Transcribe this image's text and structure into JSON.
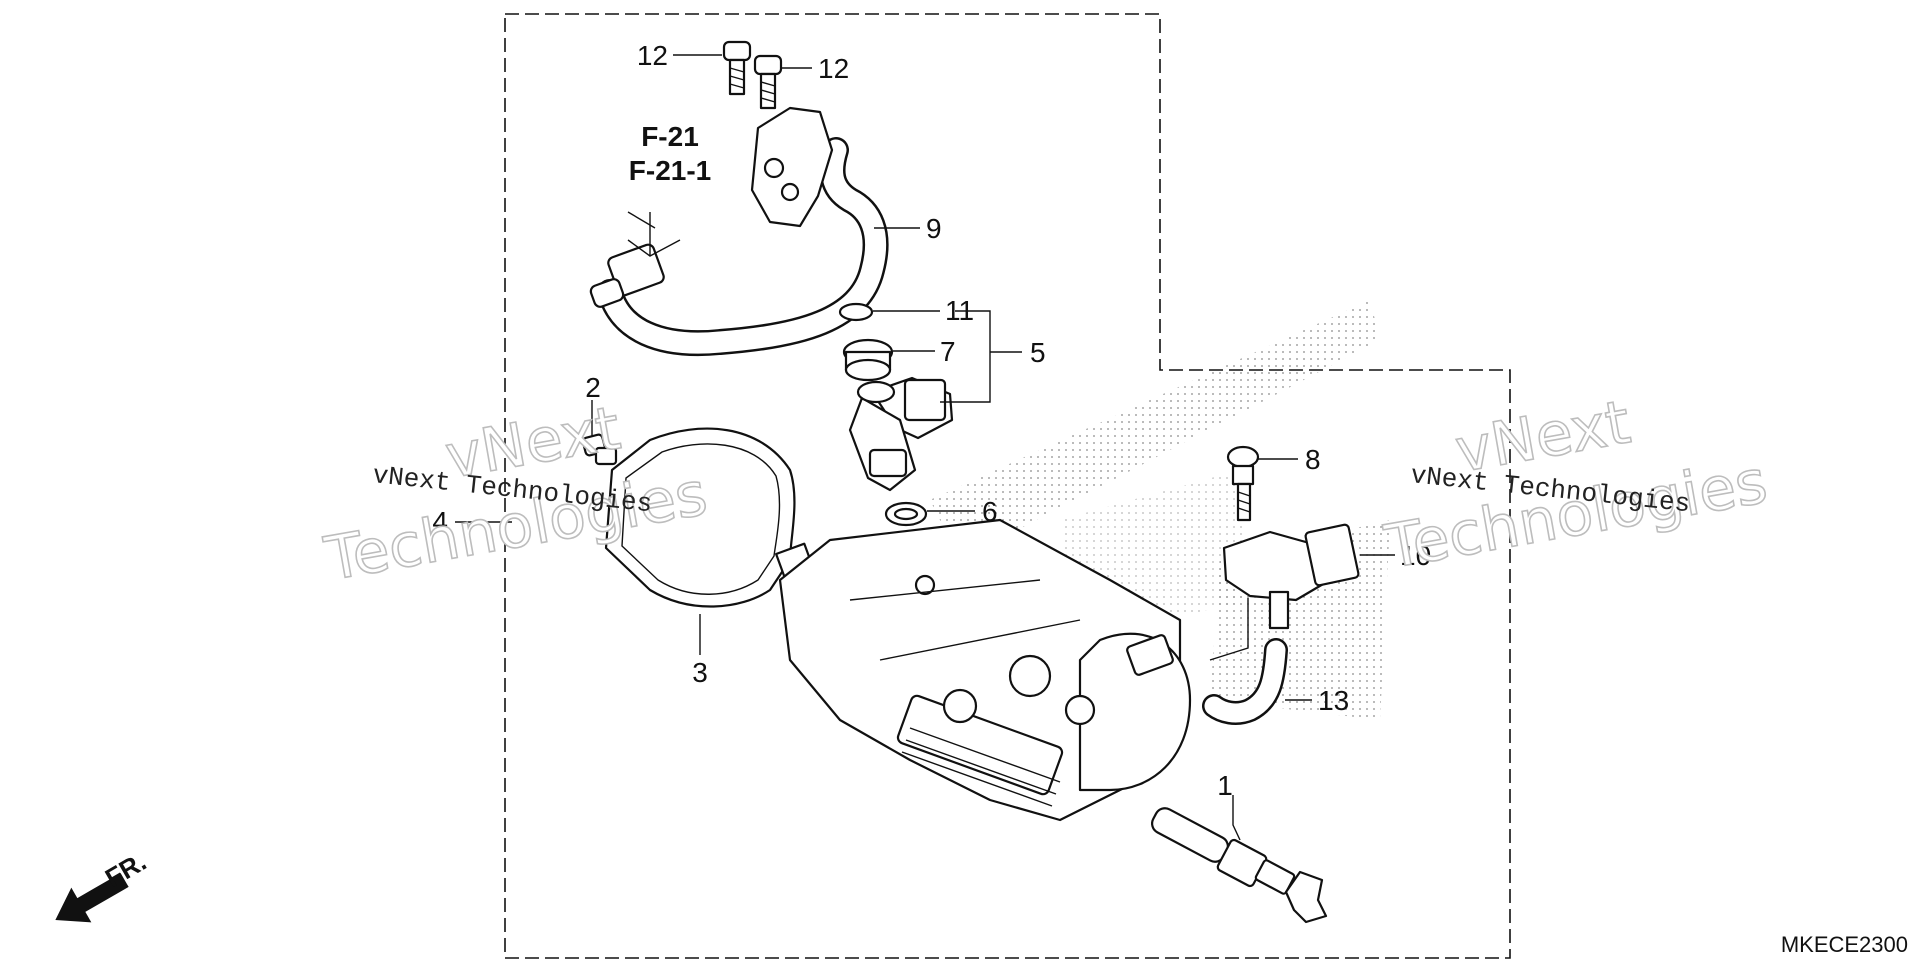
{
  "diagram": {
    "part_labels": [
      "1",
      "2",
      "3",
      "4",
      "5",
      "6",
      "7",
      "8",
      "9",
      "10",
      "11",
      "12",
      "12",
      "13"
    ],
    "ref_labels": [
      "F-21",
      "F-21-1"
    ],
    "watermark_outline": [
      "vNext",
      "Technologies",
      "vNext",
      "Technologies"
    ],
    "watermark_inline": [
      "vNext Technologies",
      "vNext Technologies"
    ],
    "direction_label": "FR.",
    "diagram_code": "MKECE2300",
    "shading_color": "#8a8a8a",
    "line_color": "#111111",
    "icons": [
      "front-direction-arrow-icon"
    ]
  }
}
